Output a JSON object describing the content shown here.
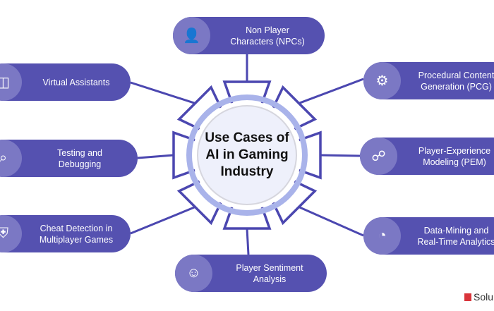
{
  "title": "Use Cases of\nAI in Gaming\nIndustry",
  "colors": {
    "pill": "#5551b0",
    "icon_circle": "#7b78c4",
    "ring": "#a9b3ea",
    "hub": "#eef0fb",
    "line": "#4b47b0"
  },
  "nodes": [
    {
      "label": "Non Player\nCharacters (NPCs)",
      "icon": "user-x-icon"
    },
    {
      "label": "Procedural Content\nGeneration (PCG)",
      "icon": "media-gear-icon"
    },
    {
      "label": "Player-Experience\nModeling (PEM)",
      "icon": "user-network-icon"
    },
    {
      "label": "Data-Mining and\nReal-Time Analytics",
      "icon": "analytics-icon"
    },
    {
      "label": "Player Sentiment\nAnalysis",
      "icon": "sentiment-icon"
    },
    {
      "label": "Cheat Detection in\nMultiplayer Games",
      "icon": "shield-user-icon"
    },
    {
      "label": "Testing and\nDebugging",
      "icon": "bug-search-icon"
    },
    {
      "label": "Virtual Assistants",
      "icon": "assistant-icon"
    }
  ],
  "brand": "Solu"
}
